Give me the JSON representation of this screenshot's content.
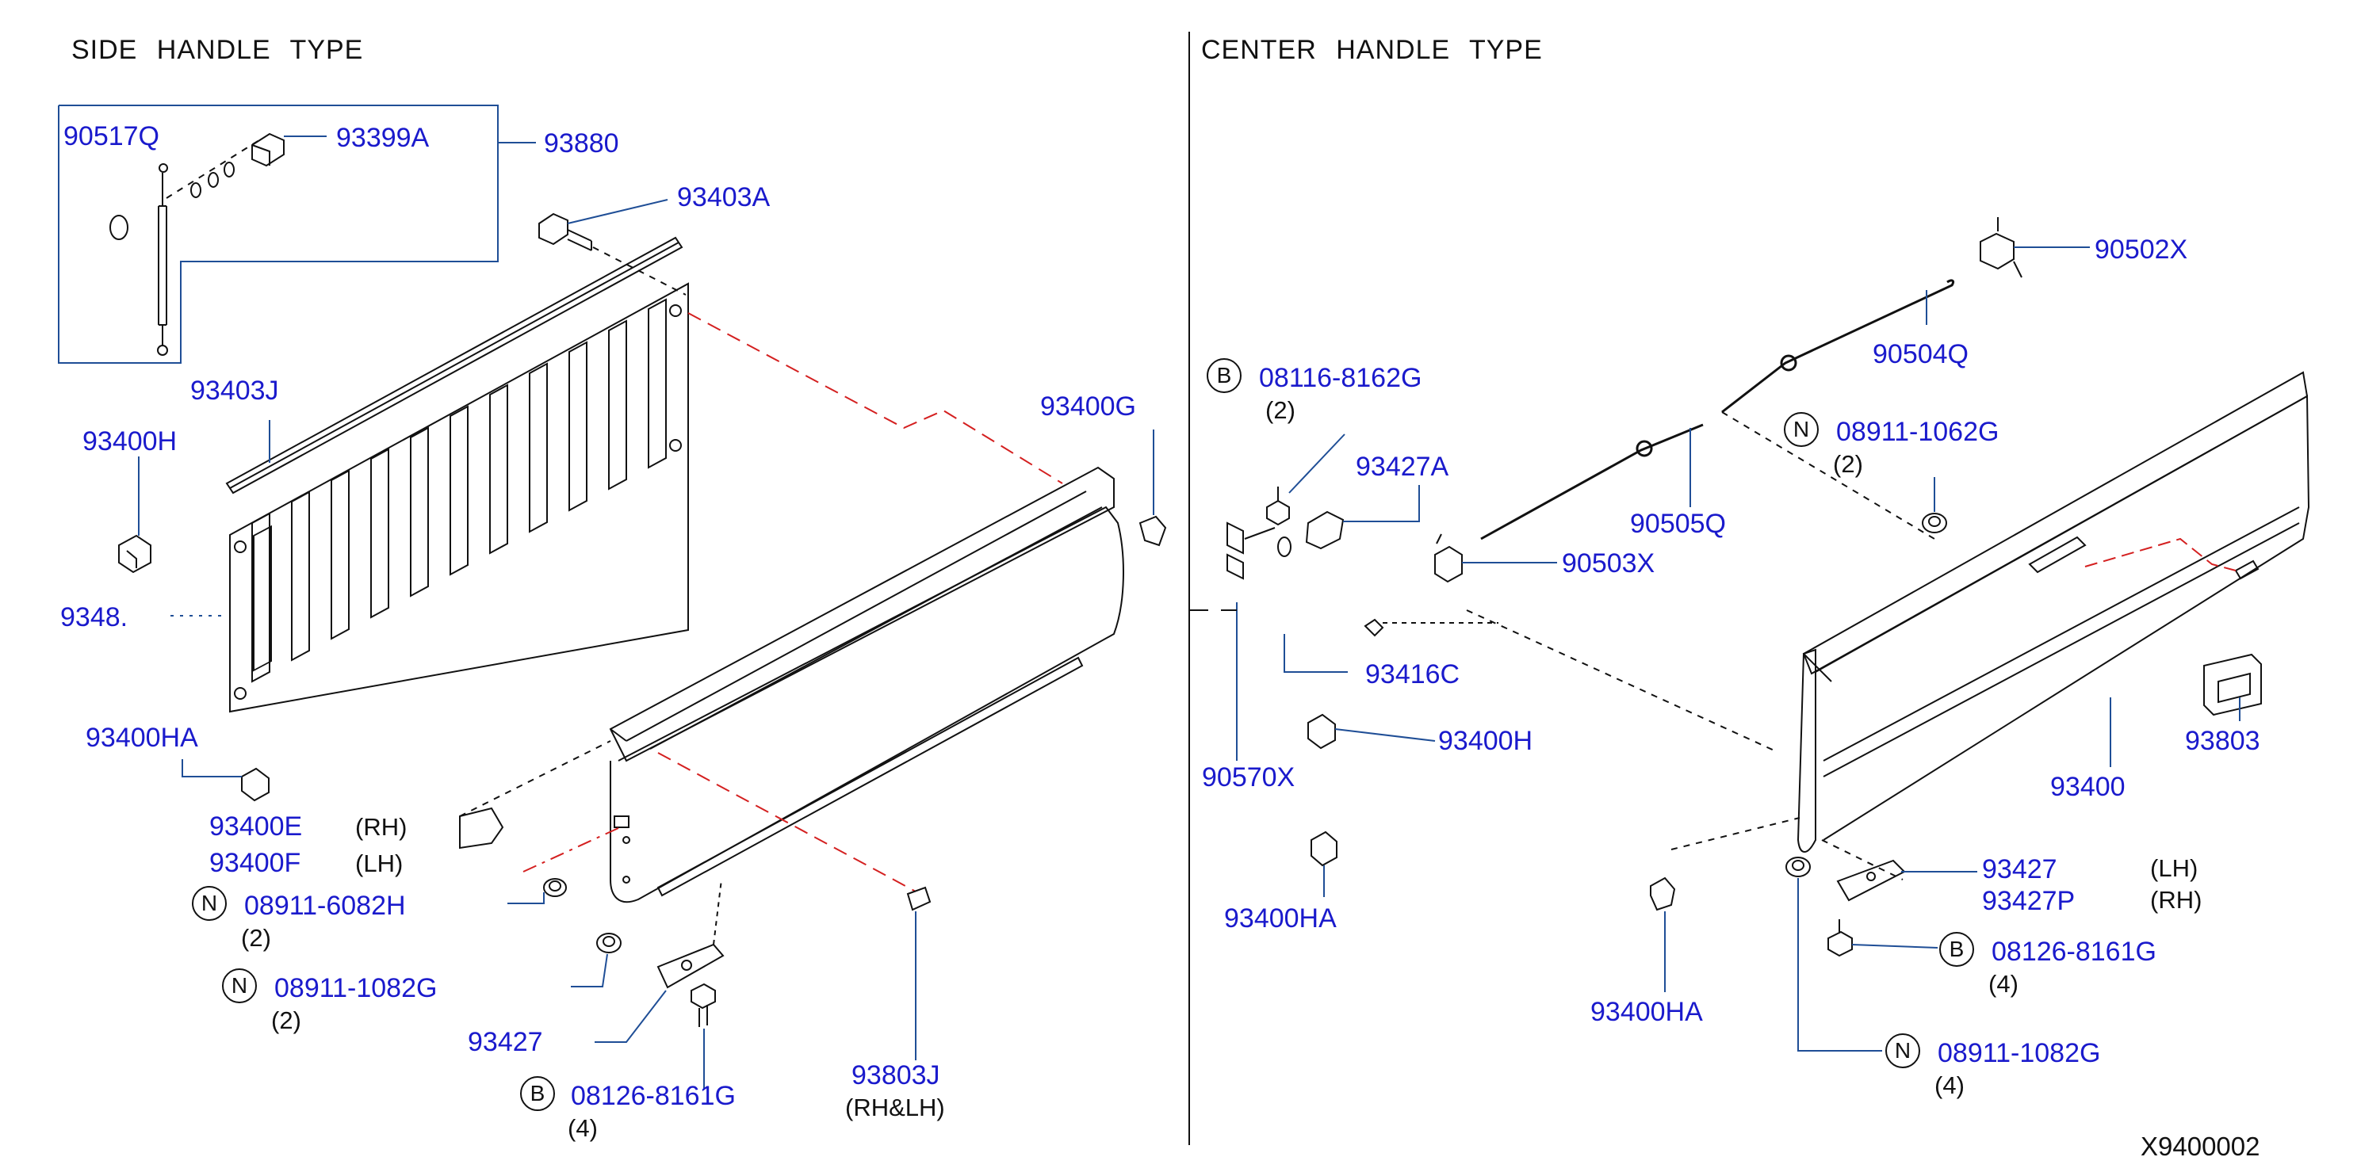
{
  "colors": {
    "part_number": "#1a1acc",
    "ink": "#111111",
    "leader": "#1f4e96",
    "link_dashed": "#d42020",
    "background": "#ffffff"
  },
  "titles": {
    "left": "SIDE HANDLE TYPE",
    "right": "CENTER HANDLE TYPE"
  },
  "diagram_code": "X9400002",
  "left_panel": {
    "labels": {
      "p90517Q": "90517Q",
      "p93399A": "93399A",
      "p93880": "93880",
      "p93403A": "93403A",
      "p93403J": "93403J",
      "p93400H": "93400H",
      "p93400G": "93400G",
      "p9348x": "9348.",
      "p93400HA": "93400HA",
      "p93400E": "93400E",
      "p93400F": "93400F",
      "p08911_6082H": "08911-6082H",
      "p08911_1082G": "08911-1082G",
      "p93427": "93427",
      "p08126_8161G": "08126-8161G",
      "p93803J": "93803J"
    },
    "notes": {
      "rh": "(RH)",
      "lh": "(LH)",
      "qty_6082H": "(2)",
      "qty_1082G": "(2)",
      "qty_8161G": "(4)",
      "rh_lh": "(RH&LH)"
    },
    "prefixes": {
      "n1": "N",
      "n2": "N",
      "b1": "B"
    }
  },
  "right_panel": {
    "labels": {
      "p90502X": "90502X",
      "p90504Q": "90504Q",
      "p08116_8162G": "08116-8162G",
      "p08911_1062G": "08911-1062G",
      "p93427A": "93427A",
      "p90505Q": "90505Q",
      "p90503X": "90503X",
      "p93416C": "93416C",
      "p93400H": "93400H",
      "p90570X": "90570X",
      "p93803": "93803",
      "p93400": "93400",
      "p93400HA_a": "93400HA",
      "p93427": "93427",
      "p93427P": "93427P",
      "p08126_8161G": "08126-8161G",
      "p93400HA_b": "93400HA",
      "p08911_1082G": "08911-1082G"
    },
    "notes": {
      "qty_8162G": "(2)",
      "qty_1062G": "(2)",
      "lh": "(LH)",
      "rh": "(RH)",
      "qty_8161G": "(4)",
      "qty_1082G": "(4)"
    },
    "prefixes": {
      "b1": "B",
      "n1": "N",
      "b2": "B",
      "n2": "N"
    }
  }
}
